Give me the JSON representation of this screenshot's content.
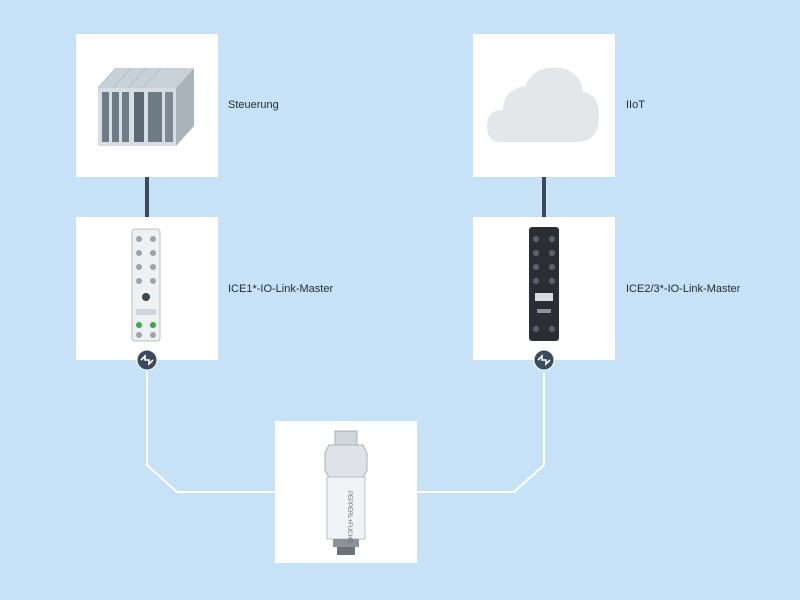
{
  "nodes": {
    "controller": {
      "label": "Steuerung",
      "icon": "plc-controller-icon"
    },
    "cloud": {
      "label": "IIoT",
      "icon": "cloud-icon"
    },
    "master1": {
      "label": "ICE1*-IO-Link-Master",
      "icon": "io-link-master-white-icon"
    },
    "master2": {
      "label": "ICE2/3*-IO-Link-Master",
      "icon": "io-link-master-black-icon"
    },
    "sensor": {
      "label": "",
      "brand_text": "PEPPERL+FUCHS",
      "icon": "pressure-sensor-icon"
    }
  },
  "colors": {
    "background": "#c7e2f7",
    "box": "#ffffff",
    "connector": "#3d4a57",
    "io_link_line": "#ffffff",
    "io_link_icon": "#3d4a5c"
  }
}
